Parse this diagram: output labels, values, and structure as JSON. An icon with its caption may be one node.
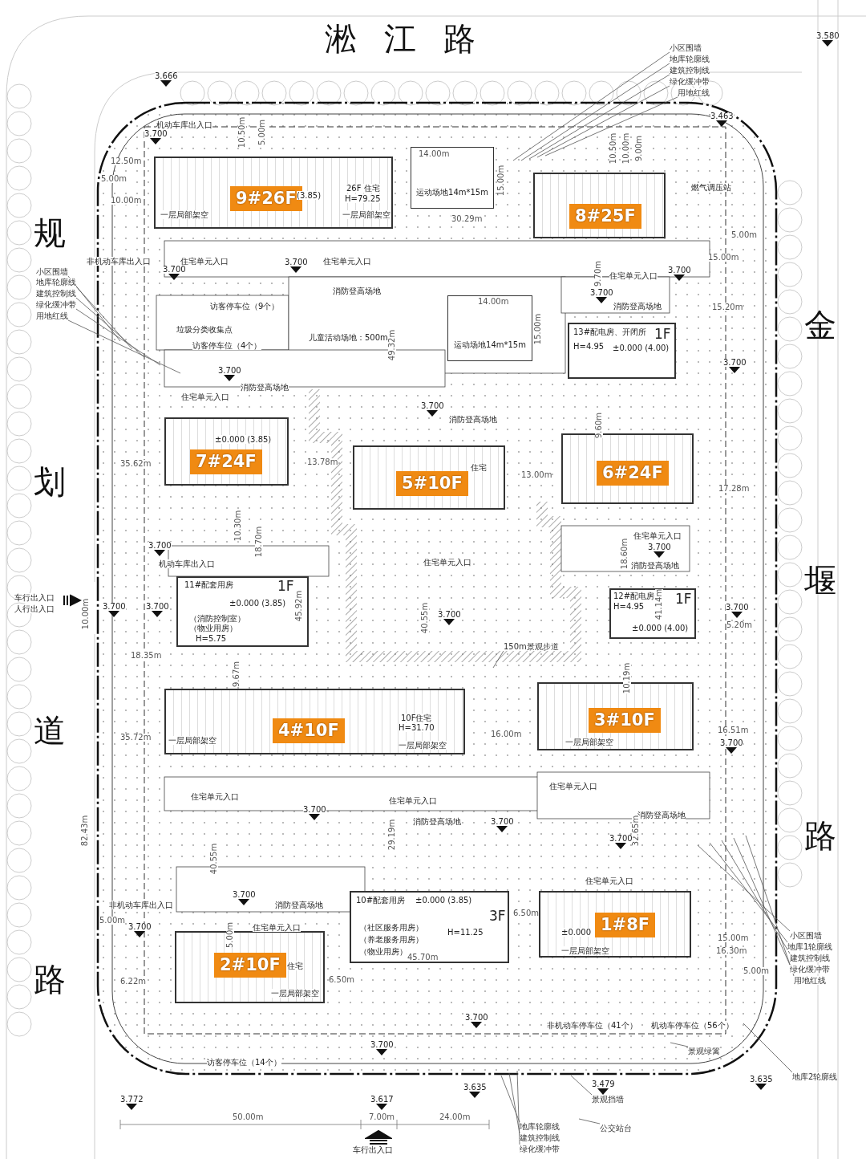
{
  "diagram": {
    "nodes": [
      {
        "text": [
          "9#26F"
        ]
      },
      {
        "text": [
          "8#25F"
        ]
      },
      {
        "text": [
          "7#24F"
        ]
      },
      {
        "text": [
          "5#10F"
        ]
      },
      {
        "text": [
          "6#24F"
        ]
      },
      {
        "text": [
          "4#10F"
        ]
      },
      {
        "text": [
          "3#10F"
        ]
      },
      {
        "text": [
          "2#10F"
        ]
      },
      {
        "text": [
          "1#8F"
        ]
      },
      {
        "text": [
          "13#配电房、开闭所",
          "1F",
          "H=4.95",
          "±0.000 (4.00)"
        ]
      },
      {
        "text": [
          "11#配套用房",
          "1F",
          "±0.000 (3.85)",
          "（消防控制室）",
          "（物业用房）",
          "H=5.75"
        ]
      },
      {
        "text": [
          "12#配电房",
          "H=4.95",
          "1F",
          "±0.000 (4.00)"
        ]
      },
      {
        "text": [
          "10#配套用房",
          "±0.000 (3.85)",
          "3F",
          "（社区服务用房）",
          "（养老服务用房）",
          "（物业用房）",
          "H=11.25"
        ]
      },
      {
        "text": [
          "运动场地14m*15m"
        ]
      },
      {
        "text": [
          "运动场地14m*15m"
        ]
      },
      {
        "text": [
          "小区围墙"
        ]
      },
      {
        "text": [
          "地库轮廓线"
        ]
      },
      {
        "text": [
          "建筑控制线"
        ]
      },
      {
        "text": [
          "绿化缓冲带"
        ]
      },
      {
        "text": [
          "用地红线"
        ]
      },
      {
        "text": [
          "小区围墙"
        ]
      },
      {
        "text": [
          "地库轮廓线"
        ]
      },
      {
        "text": [
          "建筑控制线"
        ]
      },
      {
        "text": [
          "绿化缓冲带"
        ]
      },
      {
        "text": [
          "用地红线"
        ]
      },
      {
        "text": [
          "小区围墙"
        ]
      },
      {
        "text": [
          "地库1轮廓线"
        ]
      },
      {
        "text": [
          "建筑控制线"
        ]
      },
      {
        "text": [
          "绿化缓冲带"
        ]
      },
      {
        "text": [
          "用地红线"
        ]
      },
      {
        "text": [
          "景观绿篱"
        ]
      },
      {
        "text": [
          "地库2轮廓线"
        ]
      },
      {
        "text": [
          "景观挡墙"
        ]
      },
      {
        "text": [
          "公交站台"
        ]
      },
      {
        "text": [
          "地库轮廓线"
        ]
      },
      {
        "text": [
          "建筑控制线"
        ]
      },
      {
        "text": [
          "绿化缓冲带"
        ]
      },
      {
        "text": [
          "150m景观步道"
        ]
      }
    ],
    "edges": [
      {
        "from": 15,
        "to": null,
        "arrow": "none"
      },
      {
        "from": 16,
        "to": null,
        "arrow": "none"
      },
      {
        "from": 17,
        "to": null,
        "arrow": "none"
      },
      {
        "from": 18,
        "to": null,
        "arrow": "none"
      },
      {
        "from": 19,
        "to": null,
        "arrow": "none"
      },
      {
        "from": 20,
        "to": null,
        "arrow": "none"
      },
      {
        "from": 21,
        "to": null,
        "arrow": "none"
      },
      {
        "from": 22,
        "to": null,
        "arrow": "none"
      },
      {
        "from": 23,
        "to": null,
        "arrow": "none"
      },
      {
        "from": 24,
        "to": null,
        "arrow": "none"
      },
      {
        "from": 25,
        "to": null,
        "arrow": "none"
      },
      {
        "from": 26,
        "to": null,
        "arrow": "none"
      },
      {
        "from": 27,
        "to": null,
        "arrow": "none"
      },
      {
        "from": 28,
        "to": null,
        "arrow": "none"
      },
      {
        "from": 29,
        "to": null,
        "arrow": "none"
      },
      {
        "from": 30,
        "to": null,
        "arrow": "none"
      },
      {
        "from": 31,
        "to": null,
        "arrow": "none"
      },
      {
        "from": 32,
        "to": null,
        "arrow": "none"
      },
      {
        "from": 33,
        "to": null,
        "arrow": "none"
      },
      {
        "from": 34,
        "to": null,
        "arrow": "none"
      },
      {
        "from": 35,
        "to": null,
        "arrow": "none"
      },
      {
        "from": 36,
        "to": null,
        "arrow": "none"
      },
      {
        "from": 37,
        "to": null,
        "arrow": "none"
      }
    ],
    "labels": [
      "淞江路",
      "3.580",
      "3.666",
      "3.463",
      "10.50m",
      "5.00m",
      "10.50m",
      "10.00m",
      "9.00m",
      "机动车库出入口",
      "3.700",
      "12.50m",
      "5.00m",
      "10.00m",
      "14.00m",
      "15.00m",
      "燃气调压站",
      "(3.85)",
      "26F 住宅",
      "H=79.25",
      "一层局部架空",
      "一层局部架空",
      "30.29m",
      "5.00m",
      "15.00m",
      "非机动车库出入口",
      "住宅单元入口",
      "3.700",
      "3.700",
      "住宅单元入口",
      "住宅单元入口",
      "3.700",
      "9.70m",
      "消防登高场地",
      "3.700",
      "14.00m",
      "消防登高场地",
      "15.20m",
      "访客停车位（9个）",
      "金堰路",
      "垃圾分类收集点",
      "15.00m",
      "儿童活动场地：500m$^{2}$",
      "49.32m",
      "访客停车位（4个）",
      "3.700",
      "3.700",
      "消防登高场地",
      "住宅单元入口",
      "3.700",
      "9.60m",
      "消防登高场地",
      "±0.000 (3.85)",
      "35.62m",
      "13.78m",
      "住宅",
      "13.00m",
      "17.28m",
      "规划道路",
      "10.30m",
      "18.70m",
      "住宅单元入口",
      "18.60m",
      "3.700",
      "3.700",
      "机动车库出入口",
      "住宅单元入口",
      "消防登高场地",
      "车行出入口",
      "人行出入口",
      "10.00m",
      "3.700",
      "3.700",
      "45.92m",
      "40.55m",
      "3.700",
      "41.14m",
      "3.700",
      "5.20m",
      "18.35m",
      "9.67m",
      "10.19m",
      "10F住宅",
      "H=31.70",
      "16.51m",
      "16.00m",
      "35.72m",
      "一层局部架空",
      "一层局部架空",
      "3.700",
      "一层局部架空",
      "住宅单元入口",
      "住宅单元入口",
      "住宅单元入口",
      "3.700",
      "消防登高场地",
      "消防登高场地",
      "3.700",
      "82.43m",
      "29.19m",
      "32.65m",
      "3.700",
      "40.55m",
      "住宅单元入口",
      "3.700",
      "非机动车库出入口",
      "消防登高场地",
      "6.50m",
      "5.00m",
      "5.00m",
      "3.700",
      "住宅单元入口",
      "±0.000",
      "15.00m",
      "一层局部架空",
      "16.30m",
      "45.70m",
      "住宅",
      "5.00m",
      "6.22m",
      "6.50m",
      "一层局部架空",
      "3.700",
      "非机动车停车位（41个）",
      "机动车停车位（56个）",
      "3.700",
      "访客停车位（14个）",
      "3.635",
      "3.479",
      "3.635",
      "3.772",
      "3.617",
      "50.00m",
      "7.00m",
      "24.00m",
      "车行出入口"
    ]
  }
}
